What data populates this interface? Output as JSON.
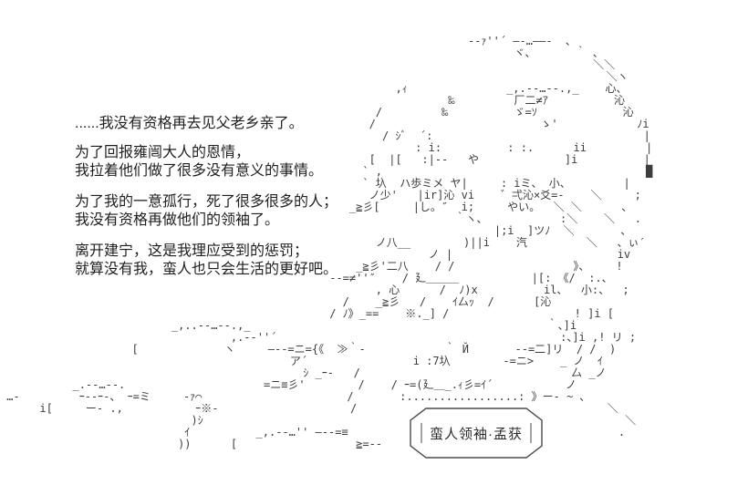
{
  "colors": {
    "background": "#ffffff",
    "dialogue_text": "#1f1f1f",
    "ascii_art": "#3d3d3d",
    "name_box_border": "#4a4a4a"
  },
  "dialogue": {
    "lines": [
      "......我没有资格再去见父老乡亲了。",
      "为了回报雍闿大人的恩情，",
      "我拉着他们做了很多没有意义的事情。",
      "为了我的一意孤行，死了很多很多的人；",
      "我没有资格再做他们的领袖了。",
      "离开建宁，这是我理应受到的惩罚；",
      "就算没有我，蛮人也只会生活的更好吧。"
    ]
  },
  "character_label": {
    "text": "蛮人领袖·孟获"
  },
  "ascii_art": {
    "lines": [
      "",
      "",
      "",
      "                                                                       -‐ｧ''´ ―-…――-  ､",
      "                                                                              ヾ、      ｀ ､",
      "                                                                                          ＼＼",
      "                                                                                            ＼ヽ",
      "                                                            ,ｨ               _,.-‐…‐-.,_    心、",
      "                                                                    ‰         厂二≠ｱ          沁",
      "                                                         /         ‰          ゞ=ｿ             沁",
      "                                                        /                         ゝ'            ﾉi",
      "                                                          / ｼﾞ  ´:                                |",
      "                                                               : i:          : :.      ii         |",
      "                                                        [  |[   :|--   や             ]i          |",
      "                                                       ` ,                                        █",
      "                                                       ` 圦  ハ歩ミメ ヤ|     : iミ、 小、        |",
      "                                                        ノ少'   |ir]沁 vi    ゛弌沁×爻=-    ＼     ;",
      "                                                     _≧彡[     |し。″  i;     やい。  ＼ ＼      、",
      "                                                                     ｀ヽ、           :＼    ＼   .",
      "                                                                           |;i  ]ツﾉ  ＼       、",
      "                                                         ノ八__        )||i    汽         ＼   、ぃ′",
      "                                                                 ノ |                         iv",
      "                                                      _≧彡'二八    / /                  》、    !",
      "                                                  -‐=≠''″    / 廴＿＿＿           |[: 《/  :.、",
      "                                                         , 心      /  ﾉ)x          il、  小:、  ;",
      "                                                    /    _≧彡   /    ｲ厶ｯ  /      [沁",
      "                                                  / ﾉ》_==    ※._] /                   ! ]i [",
      "                          _,..--…‐-.,_                                             ｀、]i",
      "                                   ,.-‐''´                                           :、]i ,! リ ;",
      "                    [             ヽ     ―--=ニ={《  ≫｀-            ｀ Й       --=二]リ  / /  )",
      "                                            ア´                i :7圦        -=ニ>    _ ノ  ｲ",
      "                                              ｼ _ｰ-   /                                厶 _ノ",
      "           _.-‐…‐-.                     =ニ≡彡'        /    / ｰ=(廴＿_.ｨ彡=ｲ´           ノ",
      " …-         ｰ--ｰ-、 ｰ=ミ     -ｧ⌒                      /       :.................: 》ー- ~ ､",
      "      i[     ー- .,           ｰ※-                    /                                      ＼",
      "                             )ｼ                                                                ＼",
      "                            ｲ          _,.--…'' ―--=≡                                         .",
      "                           ))      [                  ≧=--",
      "",
      "",
      ""
    ]
  }
}
